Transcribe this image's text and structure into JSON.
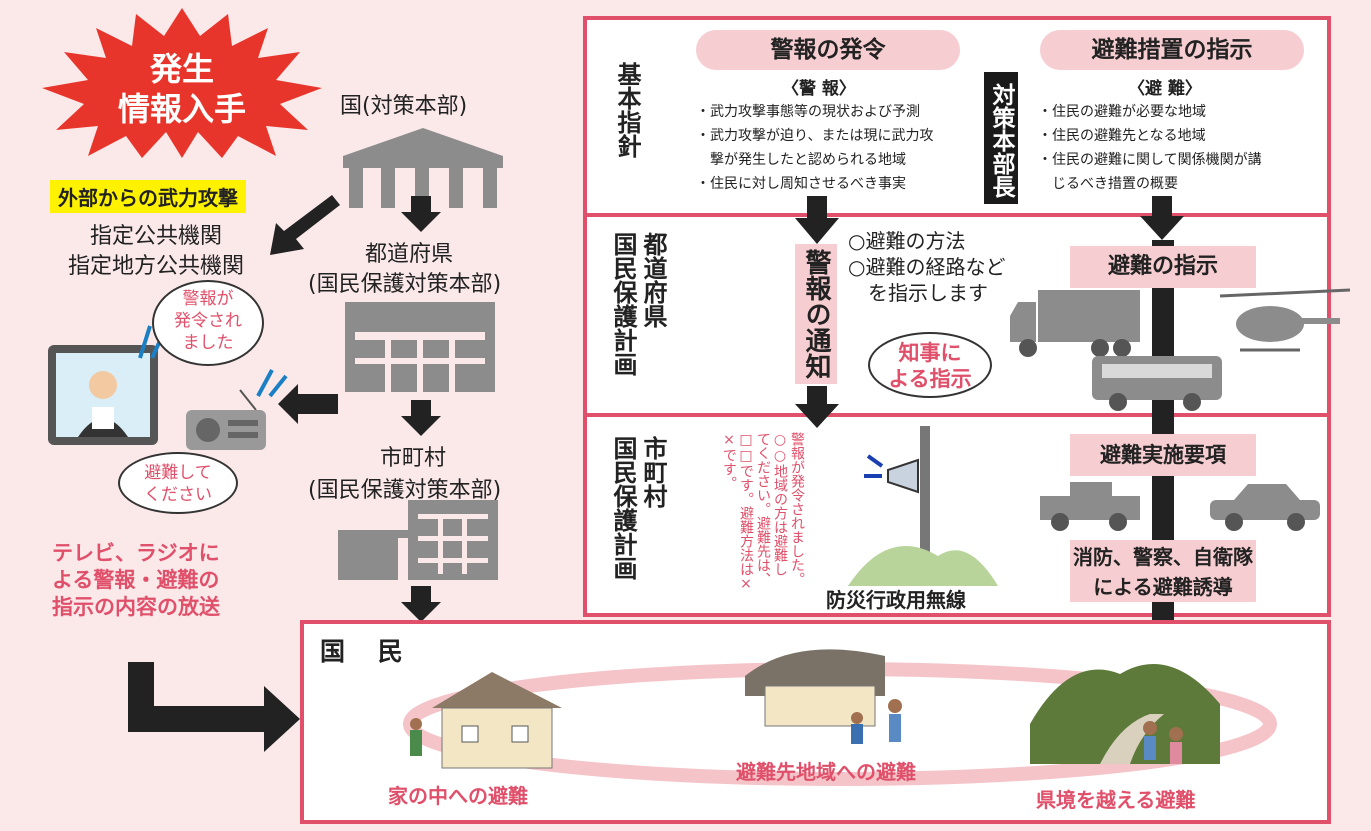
{
  "burst": {
    "line1": "発生",
    "line2": "情報入手"
  },
  "attack_label": "外部からの武力攻撃",
  "left_chain": {
    "country": "国(対策本部)",
    "prefecture_1": "都道府県",
    "prefecture_2": "(国民保護対策本部)",
    "municipality_1": "市町村",
    "municipality_2": "(国民保護対策本部)",
    "designated_1": "指定公共機関",
    "designated_2": "指定地方公共機関"
  },
  "bubbles": {
    "tv": [
      "警報が",
      "発令され",
      "ました"
    ],
    "radio": [
      "避難して",
      "ください"
    ],
    "governor": [
      "知事に",
      "よる指示"
    ]
  },
  "broadcast_caption": [
    "テレビ、ラジオに",
    "よる警報・避難の",
    "指示の内容の放送"
  ],
  "row_labels": {
    "basic": "基本指針",
    "pref_a": "都道府県",
    "pref_b": "国民保護計画",
    "muni_a": "市町村",
    "muni_b": "国民保護計画"
  },
  "warning": {
    "title": "警報の発令",
    "sub": "〈警 報〉",
    "bullets": [
      "・武力攻撃事態等の現状および予測",
      "・武力攻撃が迫り、または現に武力攻",
      "　撃が発生したと認められる地域",
      "・住民に対し周知させるべき事実"
    ]
  },
  "chief_label": "対策本部長",
  "evacuation": {
    "title": "避難措置の指示",
    "sub": "〈避 難〉",
    "bullets": [
      "・住民の避難が必要な地域",
      "・住民の避難先となる地域",
      "・住民の避難に関して関係機関が講",
      "　じるべき措置の概要"
    ]
  },
  "notice_label": "警報の通知",
  "pref_instructions": [
    "○避難の方法",
    "○避難の経路など",
    "を指示します"
  ],
  "evac_instruction_band": "避難の指示",
  "evac_procedure_band": "避難実施要項",
  "evac_guidance_band": [
    "消防、警察、自衛隊",
    "による避難誘導"
  ],
  "announcement_lines": [
    "警報が発令されました。",
    "○○地域の方は避難し",
    "てください。避難先は、",
    "□□です。避難方法は×",
    "×です。"
  ],
  "radio_system_label": "防災行政用無線",
  "people_label": "国 民",
  "destinations": {
    "home": "家の中への避難",
    "area": "避難先地域への避難",
    "border": "県境を越える避難"
  },
  "colors": {
    "accent": "#e0506a",
    "band": "#f6cdd0",
    "gray": "#8c8c8c",
    "dark": "#222222",
    "yellow": "#fff200",
    "burst": "#e8352b"
  }
}
